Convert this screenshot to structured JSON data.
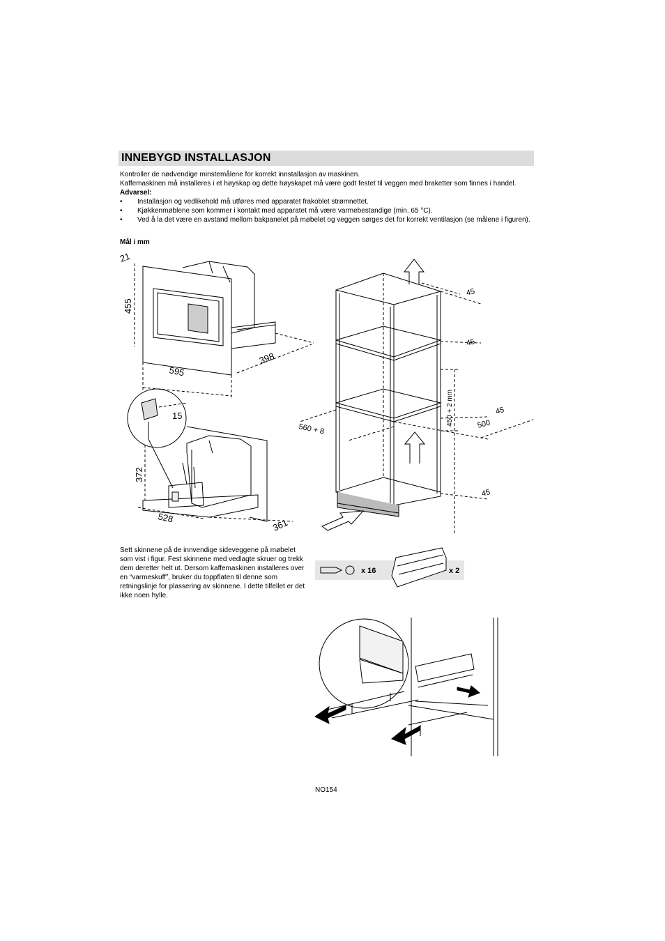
{
  "title": "INNEBYGD INSTALLASJON",
  "intro": [
    "Kontroller de nødvendige minstemålene for korrekt innstallasjon av maskinen.",
    "Kaffemaskinen må installeres i et høyskap og dette høyskapet må være godt festet til veggen med braketter som finnes i handel."
  ],
  "warning_label": "Advarsel:",
  "bullets": [
    "Installasjon og vedlikehold må utføres med apparatet frakoblet strømnettet.",
    "Kjøkkenmøblene som kommer i kontakt med apparatet må være varmebestandige (min. 65 °C).",
    "Ved å la det være en avstand mellom bakpanelet på møbelet og veggen sørges det for korrekt ventilasjon (se målene i figuren)."
  ],
  "dims_label": "Mål i mm",
  "figure_dimensions": {
    "d21": "21",
    "d455": "455",
    "d595": "595",
    "d398": "398",
    "d15": "15",
    "d372": "372",
    "d528": "528",
    "d361": "361",
    "d45_top": "45",
    "d45_mid": "45",
    "d45_right": "45",
    "d500": "500",
    "d560": "560 + 8",
    "d450": "450 + 2 mm",
    "d45_bottom": "45"
  },
  "rails_text": "Sett skinnene på de innvendige sideveggene på møbelet som vist i figur. Fest skinnene med vedlagte skruer og trekk dem deretter helt ut. Dersom kaffemaskinen installeres over en “varmeskuff”, bruker du toppflaten til denne som retningslinje for plassering av skinnene. I dette tilfellet er det ikke noen hylle.",
  "parts": {
    "screws_count": "x 16",
    "rails_count": "x 2"
  },
  "page_number": "NO154"
}
